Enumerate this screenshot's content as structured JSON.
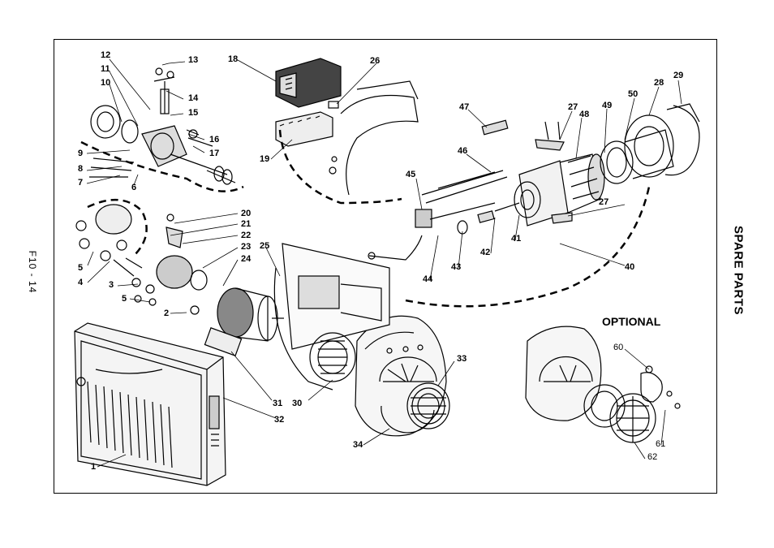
{
  "page_code": "F10 - 14",
  "side_title": "SPARE PARTS",
  "optional_label": "OPTIONAL",
  "part_numbers": {
    "p1": "1",
    "p2": "2",
    "p3": "3",
    "p4": "4",
    "p5a": "5",
    "p5b": "5",
    "p6": "6",
    "p7": "7",
    "p8": "8",
    "p9": "9",
    "p10": "10",
    "p11": "11",
    "p12": "12",
    "p13": "13",
    "p14": "14",
    "p15": "15",
    "p16": "16",
    "p17": "17",
    "p18": "18",
    "p19": "19",
    "p20": "20",
    "p21": "21",
    "p22": "22",
    "p23": "23",
    "p24": "24",
    "p25": "25",
    "p26": "26",
    "p27a": "27",
    "p27b": "27",
    "p28": "28",
    "p29": "29",
    "p30": "30",
    "p31": "31",
    "p32": "32",
    "p33": "33",
    "p34": "34",
    "p40": "40",
    "p41": "41",
    "p42": "42",
    "p43": "43",
    "p44": "44",
    "p45": "45",
    "p46": "46",
    "p47": "47",
    "p48": "48",
    "p49": "49",
    "p50": "50",
    "p60": "60",
    "p61": "61",
    "p62": "62"
  }
}
